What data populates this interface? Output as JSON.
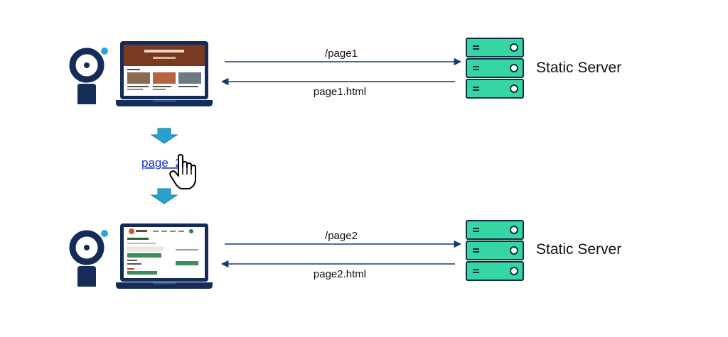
{
  "colors": {
    "navy": "#142c57",
    "cyan": "#2aa7d8",
    "server_green": "#36d6a4",
    "server_dark": "#0e2f43",
    "arrow": "#163a6b",
    "down_arrow": "#2aa0cf",
    "link": "#1a35d6"
  },
  "rows": [
    {
      "server_label": "Static Server",
      "request_label": "/page1",
      "response_label": "page1.html"
    },
    {
      "server_label": "Static Server",
      "request_label": "/page2",
      "response_label": "page2.html"
    }
  ],
  "link": {
    "label": "page  2"
  },
  "icons": [
    "user-icon",
    "laptop-icon",
    "server-icon",
    "hand-cursor-icon",
    "arrow-down-icon"
  ]
}
